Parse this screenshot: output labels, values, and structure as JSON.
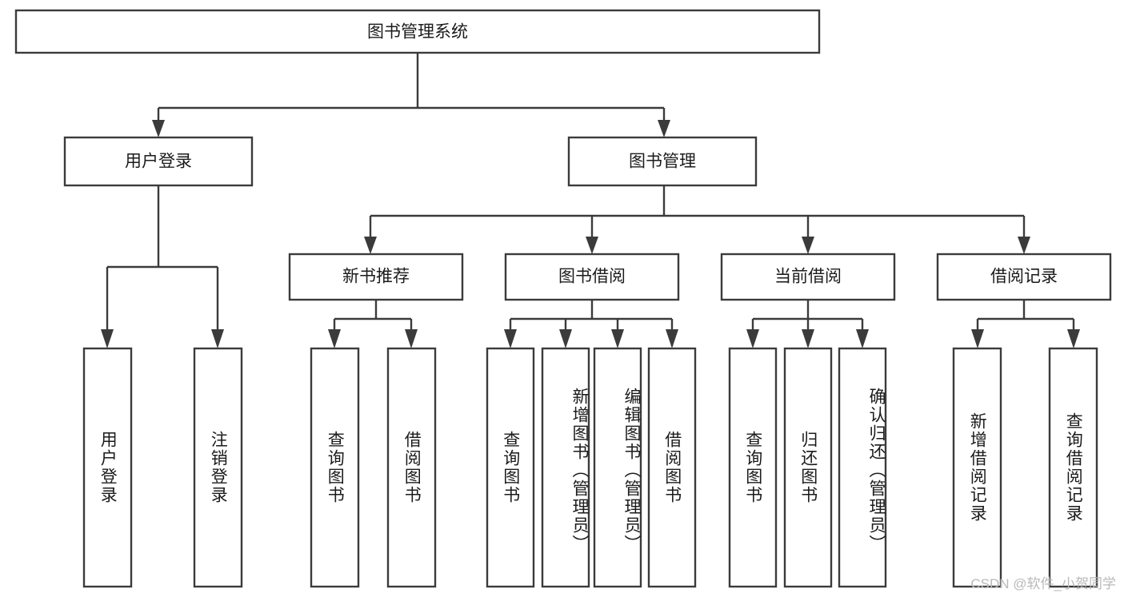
{
  "diagram": {
    "type": "tree",
    "title": "图书管理系统",
    "root": {
      "label": "图书管理系统",
      "level": 0
    },
    "level2": [
      {
        "label": "用户登录"
      },
      {
        "label": "图书管理"
      }
    ],
    "level3": [
      {
        "label": "新书推荐"
      },
      {
        "label": "图书借阅"
      },
      {
        "label": "当前借阅"
      },
      {
        "label": "借阅记录"
      }
    ],
    "leaves": {
      "user_login": [
        {
          "label": "用户登录"
        },
        {
          "label": "注销登录"
        }
      ],
      "new_book": [
        {
          "label": "查询图书"
        },
        {
          "label": "借阅图书"
        }
      ],
      "book_borrow": [
        {
          "label": "查询图书"
        },
        {
          "label": "新增图书（管理员）"
        },
        {
          "label": "编辑图书（管理员）"
        },
        {
          "label": "借阅图书"
        }
      ],
      "current_borrow": [
        {
          "label": "查询图书"
        },
        {
          "label": "归还图书"
        },
        {
          "label": "确认归还（管理员）"
        }
      ],
      "borrow_record": [
        {
          "label": "新增借阅记录"
        },
        {
          "label": "查询借阅记录"
        }
      ]
    }
  },
  "watermark": {
    "text": "CSDN @软件_小贺同学"
  },
  "colors": {
    "stroke": "#3b3b3b",
    "text": "#1b1b1b",
    "background": "#ffffff",
    "watermark": "#b9b9b9"
  }
}
